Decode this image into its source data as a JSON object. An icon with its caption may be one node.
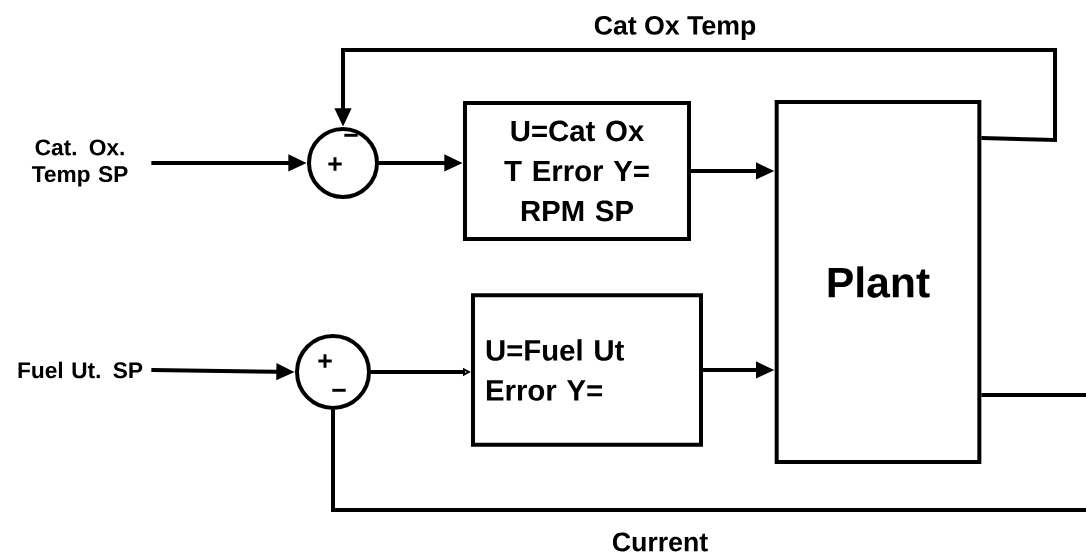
{
  "diagram": {
    "nodes": [
      {
        "text": [
          "Cat. Ox. Temp SP"
        ]
      },
      {
        "text": [
          "−",
          "+"
        ]
      },
      {
        "text": [
          "U=Cat Ox T Error Y= RPM SP"
        ]
      },
      {
        "text": [
          "Fuel Ut. SP"
        ]
      },
      {
        "text": [
          "+",
          "−"
        ]
      },
      {
        "text": [
          "U=Fuel Ut Error Y="
        ]
      },
      {
        "text": [
          "Plant"
        ]
      }
    ],
    "edges": [
      {
        "from": 0,
        "to": 1,
        "arrow": "to"
      },
      {
        "from": 1,
        "to": 2,
        "arrow": "to"
      },
      {
        "from": 2,
        "to": 6,
        "arrow": "to"
      },
      {
        "from": 6,
        "to": 1,
        "arrow": "to",
        "label": "Cat Ox Temp"
      },
      {
        "from": 3,
        "to": 4,
        "arrow": "to"
      },
      {
        "from": 4,
        "to": 5,
        "arrow": "to"
      },
      {
        "from": 5,
        "to": 6,
        "arrow": "to"
      },
      {
        "from": 6,
        "to": null,
        "arrow": "none"
      },
      {
        "from": null,
        "to": 4,
        "arrow": "none",
        "label": "Current"
      }
    ]
  }
}
